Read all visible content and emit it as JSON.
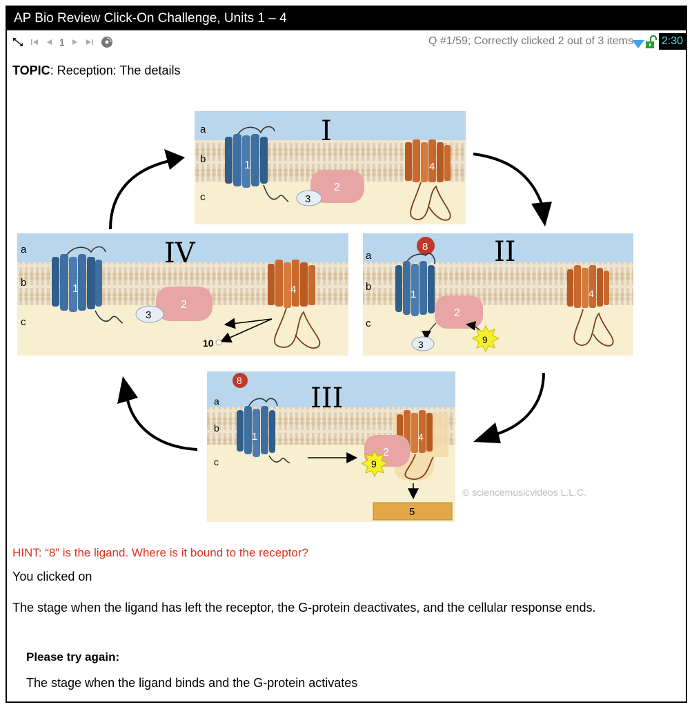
{
  "window": {
    "title": "AP Bio Review Click-On Challenge, Units 1 – 4"
  },
  "toolbar": {
    "page_number": "1",
    "status_text": "Q #1/59; Correctly clicked 2 out of 3 items",
    "timer": "2:30",
    "icons": [
      "expand-icon",
      "first-page-icon",
      "prev-page-icon",
      "next-page-icon",
      "last-page-icon",
      "disc-icon",
      "dropdown-triangle-icon",
      "unlock-icon"
    ]
  },
  "topic": {
    "label": "TOPIC",
    "text": ": Reception: The details"
  },
  "diagram": {
    "panels": [
      {
        "numeral": "I",
        "layers": [
          "a",
          "b",
          "c"
        ]
      },
      {
        "numeral": "II",
        "layers": [
          "a",
          "b",
          "c"
        ]
      },
      {
        "numeral": "III",
        "layers": [
          "a",
          "b",
          "c"
        ]
      },
      {
        "numeral": "IV",
        "layers": [
          "a",
          "b",
          "c"
        ]
      }
    ],
    "labels": {
      "receptor": "1",
      "g_protein": "2",
      "gdp": "3",
      "enzyme": "4",
      "response": "5",
      "ligand": "8",
      "gtp": "9",
      "product": "10"
    },
    "copyright": "© sciencemusicvideos L.L.C.",
    "colors": {
      "extracellular": "#b9d6ec",
      "cytoplasm": "#f7efcf",
      "receptor": "#3f6fa0",
      "enzyme": "#c8692e",
      "g_protein": "#e8a5a5",
      "ligand": "#c0392b",
      "gtp": "#f6f02a",
      "response_bar": "#e2a845"
    }
  },
  "hint": "HINT: “8” is the ligand. Where is it bound to the receptor?",
  "clicked_label": "You clicked on",
  "clicked_answer": "The stage when the ligand has left the receptor, the G-protein deactivates, and the cellular response ends.",
  "try_again": "Please try again:",
  "target_prompt": "The stage when the ligand binds and the G-protein activates"
}
